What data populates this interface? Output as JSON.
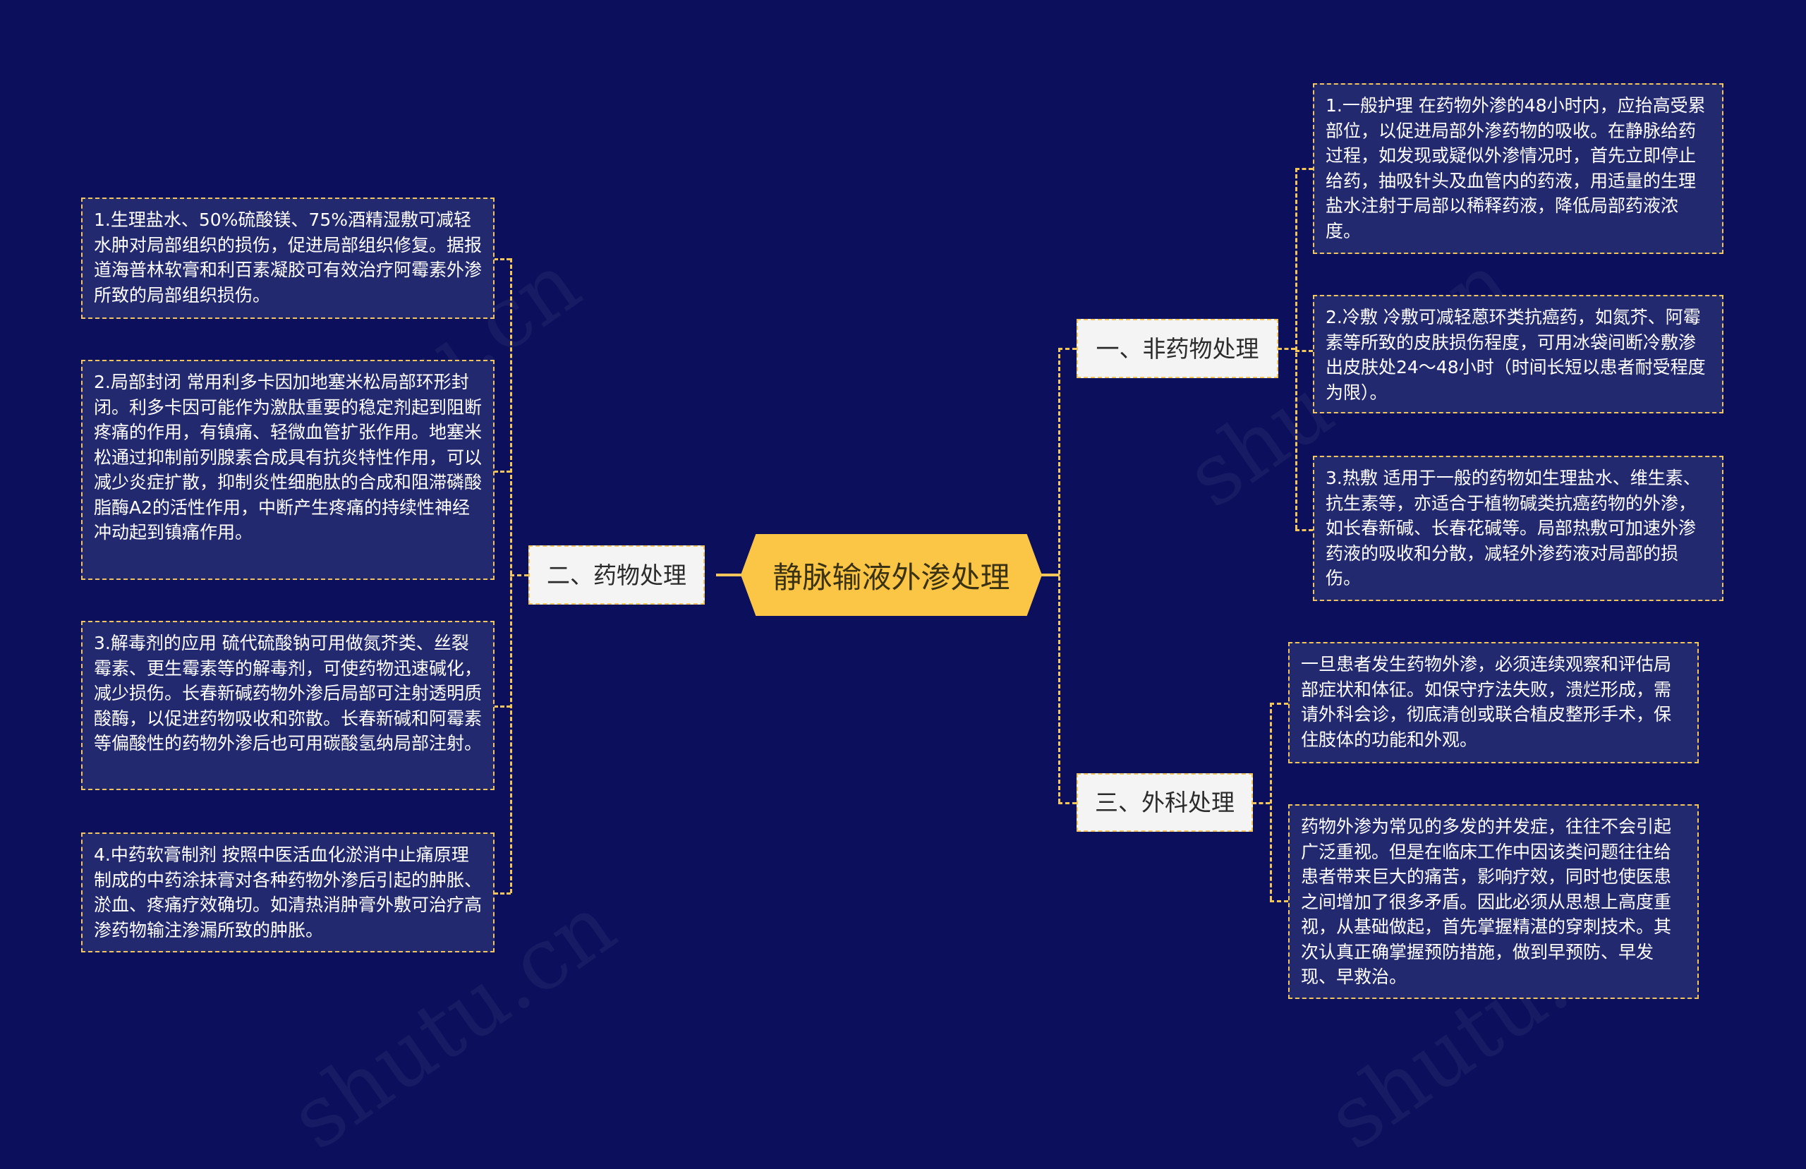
{
  "root": {
    "label": "静脉输液外渗处理",
    "color": "#fbc646"
  },
  "colors": {
    "background": "#0b0f5c",
    "leaf_bg": "#23296f",
    "connector": "#f3c65c",
    "branch_bg": "#f4f4f4"
  },
  "watermark": "shutu.cn",
  "branches": [
    {
      "label": "一、非药物处理",
      "side": "right",
      "items": [
        "1.一般护理 在药物外渗的48小时内，应抬高受累部位，以促进局部外渗药物的吸收。在静脉给药过程，如发现或疑似外渗情况时，首先立即停止给药，抽吸针头及血管内的药液，用适量的生理盐水注射于局部以稀释药液，降低局部药液浓度。",
        "2.冷敷 冷敷可减轻蒽环类抗癌药，如氮芥、阿霉素等所致的皮肤损伤程度，可用冰袋间断冷敷渗出皮肤处24～48小时（时间长短以患者耐受程度为限）。",
        "3.热敷 适用于一般的药物如生理盐水、维生素、抗生素等，亦适合于植物碱类抗癌药物的外渗，如长春新碱、长春花碱等。局部热敷可加速外渗药液的吸收和分散，减轻外渗药液对局部的损伤。"
      ]
    },
    {
      "label": "二、药物处理",
      "side": "left",
      "items": [
        "1.生理盐水、50%硫酸镁、75%酒精湿敷可减轻水肿对局部组织的损伤，促进局部组织修复。据报道海普林软膏和利百素凝胶可有效治疗阿霉素外渗所致的局部组织损伤。",
        "2.局部封闭 常用利多卡因加地塞米松局部环形封闭。利多卡因可能作为激肽重要的稳定剂起到阻断疼痛的作用，有镇痛、轻微血管扩张作用。地塞米松通过抑制前列腺素合成具有抗炎特性作用，可以减少炎症扩散，抑制炎性细胞肽的合成和阻滞磷酸脂酶A2的活性作用，中断产生疼痛的持续性神经冲动起到镇痛作用。",
        "3.解毒剂的应用 硫代硫酸钠可用做氮芥类、丝裂霉素、更生霉素等的解毒剂，可使药物迅速碱化，减少损伤。长春新碱药物外渗后局部可注射透明质酸酶，以促进药物吸收和弥散。长春新碱和阿霉素等偏酸性的药物外渗后也可用碳酸氢纳局部注射。",
        "4.中药软膏制剂 按照中医活血化淤消中止痛原理制成的中药涂抹膏对各种药物外渗后引起的肿胀、淤血、疼痛疗效确切。如清热消肿膏外敷可治疗高渗药物输注渗漏所致的肿胀。"
      ]
    },
    {
      "label": "三、外科处理",
      "side": "right",
      "items": [
        "一旦患者发生药物外渗，必须连续观察和评估局部症状和体征。如保守疗法失败，溃烂形成，需请外科会诊，彻底清创或联合植皮整形手术，保住肢体的功能和外观。",
        "药物外渗为常见的多发的并发症，往往不会引起广泛重视。但是在临床工作中因该类问题往往给患者带来巨大的痛苦，影响疗效，同时也使医患之间增加了很多矛盾。因此必须从思想上高度重视，从基础做起，首先掌握精湛的穿刺技术。其次认真正确掌握预防措施，做到早预防、早发现、早救治。"
      ]
    }
  ]
}
